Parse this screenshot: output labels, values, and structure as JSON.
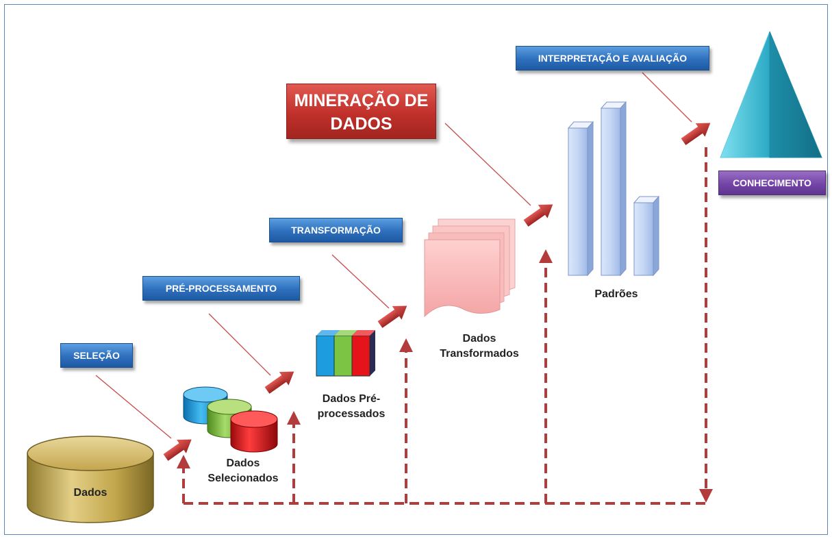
{
  "steps": {
    "selecao": "SELEÇÃO",
    "pre_processamento": "PRÉ-PROCESSAMENTO",
    "transformacao": "TRANSFORMAÇÃO",
    "mineracao": [
      "MINERAÇÃO DE",
      "DADOS"
    ],
    "interpretacao": "INTERPRETAÇÃO E AVALIAÇÃO",
    "conhecimento": "CONHECIMENTO"
  },
  "stages": {
    "dados": "Dados",
    "dados_selecionados": [
      "Dados",
      "Selecionados"
    ],
    "dados_pre_processados": [
      "Dados Pré-",
      "processados"
    ],
    "dados_transformados": [
      "Dados",
      "Transformados"
    ],
    "padroes": "Padrões"
  },
  "colors": {
    "step_blue": "#2e6fbd",
    "mining_red": "#c0302a",
    "knowledge_purple": "#7445a8",
    "arrow_red": "#b23b3b",
    "cylinder_gold": "#c9ad55",
    "cyl_blue": "#1f9be0",
    "cyl_green": "#7dc242",
    "cyl_red": "#e8141a",
    "pattern_bar": "#c7d9f5",
    "pyramid": "#2bb1c8"
  }
}
